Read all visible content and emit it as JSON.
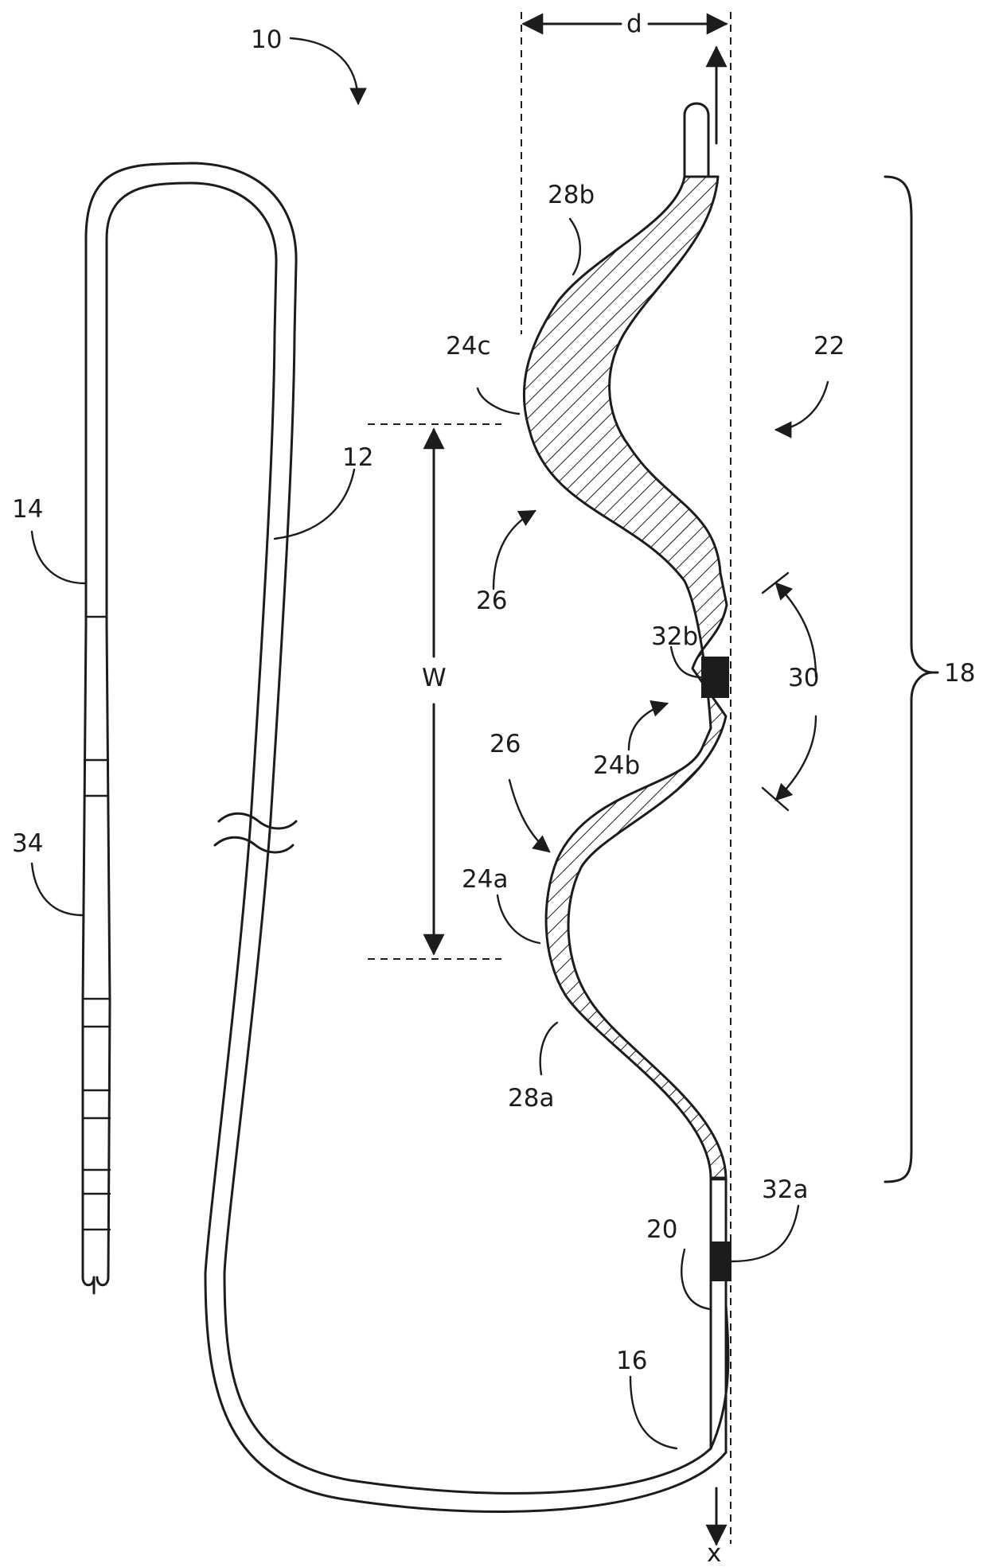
{
  "labels": {
    "device": "10",
    "lead_body": "12",
    "proximal_end": "14",
    "distal_end": "16",
    "distal_portion": "18",
    "distal_tip_segment": "20",
    "undulating_region": "22",
    "apex_a": "24a",
    "apex_b": "24b",
    "apex_c": "24c",
    "valley_upper": "26",
    "valley_lower": "26",
    "curve_a": "28a",
    "curve_b": "28b",
    "bend_angle": "30",
    "electrode_a": "32a",
    "electrode_b": "32b",
    "connector": "34",
    "width": "W",
    "depth": "d",
    "axis": "x"
  }
}
